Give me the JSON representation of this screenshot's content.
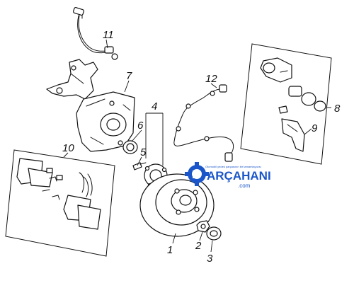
{
  "callouts": {
    "n1": "1",
    "n2": "2",
    "n3": "3",
    "n4": "4",
    "n5": "5",
    "n6": "6",
    "n7": "7",
    "n8": "8",
    "n9": "9",
    "n10": "10",
    "n11": "11",
    "n12": "12"
  },
  "watermark": {
    "brand_prefix": "P",
    "brand_main": "ARÇAHANI",
    "domain": ".com",
    "tagline": "Otomobil yedek parçasının bir tamamlayıcısı",
    "brand_color": "#1a56c9",
    "gear_color": "#1a56c9"
  }
}
